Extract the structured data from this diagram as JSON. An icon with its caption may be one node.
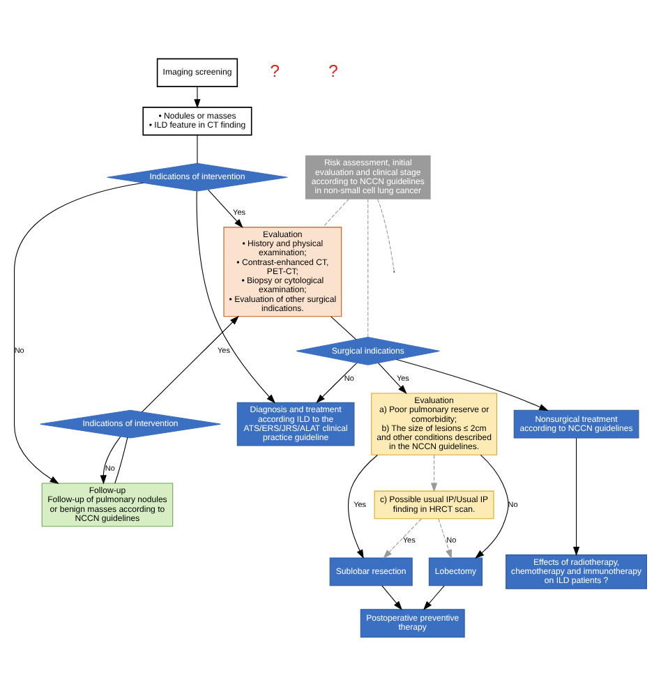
{
  "diagram": {
    "nodes": [
      {
        "text": [
          "Imaging screening"
        ]
      },
      {
        "text": [
          "• Nodules or masses",
          "• ILD feature in CT finding"
        ]
      },
      {
        "text": [
          "Risk assessment, initial evaluation and clinical stage according to NCCN guidelines in non-small cell lung cancer"
        ]
      },
      {
        "text": [
          "Indications of intervention"
        ]
      },
      {
        "text": [
          "Follow-up",
          "Follow-up of pulmonary nodules or benign masses according to NCCN guidelines"
        ]
      },
      {
        "text": [
          "Indications of intervention"
        ]
      },
      {
        "text": [
          "Evaluation",
          "• History and physical examination;",
          "• Contrast-enhanced CT, PET-CT;",
          "• Biopsy or cytological examination;",
          "• Evaluation of other surgical indications."
        ]
      },
      {
        "text": [
          "Diagnosis and treatment according ILD to the ATS/ERS/JRS/ALAT clinical practice guideline"
        ]
      },
      {
        "text": [
          "Surgical indications"
        ]
      },
      {
        "text": [
          "Evaluation",
          "a) Poor pulmonary reserve or comorbidity;",
          "b) The size of lesions ≤ 2cm and other conditions described in the NCCN guidelines."
        ]
      },
      {
        "text": [
          "c) Possible usual IP/Usual IP finding in HRCT scan."
        ]
      },
      {
        "text": [
          "Nonsurgical treatment according to NCCN guidelines"
        ]
      },
      {
        "text": [
          "Lobectomy"
        ]
      },
      {
        "text": [
          "Sublobar resection"
        ]
      },
      {
        "text": [
          "Effects of radiotherapy, chemotherapy and immunotherapy on ILD patients ?"
        ]
      },
      {
        "text": [
          "Postoperative preventive therapy"
        ]
      }
    ],
    "edges": [
      {
        "from": 0,
        "to": 1,
        "arrow": "to"
      },
      {
        "from": 1,
        "to": 3,
        "arrow": "none"
      },
      {
        "from": 2,
        "to": null,
        "arrow": "none",
        "style": "dashed",
        "color": "#999999"
      },
      {
        "from": 3,
        "to": 6,
        "arrow": "to",
        "label": "Yes"
      },
      {
        "from": 3,
        "to": 4,
        "arrow": "to",
        "label": "No"
      },
      {
        "from": 3,
        "to": 7,
        "arrow": "to"
      },
      {
        "from": 4,
        "to": 5,
        "arrow": "none"
      },
      {
        "from": 5,
        "to": 6,
        "arrow": "to",
        "label": "Yes"
      },
      {
        "from": 5,
        "to": 4,
        "arrow": "to",
        "label": "No"
      },
      {
        "from": 2,
        "to": 6,
        "arrow": "none",
        "style": "dashed",
        "color": "#999999"
      },
      {
        "from": 2,
        "to": 8,
        "arrow": "none",
        "style": "dashed",
        "color": "#999999"
      },
      {
        "from": 6,
        "to": 8,
        "arrow": "none"
      },
      {
        "from": 8,
        "to": 9,
        "arrow": "to",
        "label": "Yes"
      },
      {
        "from": 8,
        "to": 7,
        "arrow": "to",
        "label": "No"
      },
      {
        "from": 8,
        "to": 11,
        "arrow": "to"
      },
      {
        "from": 9,
        "to": 10,
        "arrow": "to",
        "style": "dashed",
        "color": "#999999"
      },
      {
        "from": 9,
        "to": 13,
        "arrow": "to",
        "label": "Yes"
      },
      {
        "from": 9,
        "to": 12,
        "arrow": "to",
        "label": "No"
      },
      {
        "from": 10,
        "to": 12,
        "arrow": "to",
        "label": "No",
        "style": "dashed",
        "color": "#999999"
      },
      {
        "from": 10,
        "to": 13,
        "arrow": "to",
        "label": "Yes",
        "style": "dashed",
        "color": "#999999"
      },
      {
        "from": 11,
        "to": 14,
        "arrow": "to"
      },
      {
        "from": 13,
        "to": 15,
        "arrow": "to"
      },
      {
        "from": 12,
        "to": 15,
        "arrow": "to"
      }
    ],
    "labels": [
      "?",
      "?"
    ]
  }
}
